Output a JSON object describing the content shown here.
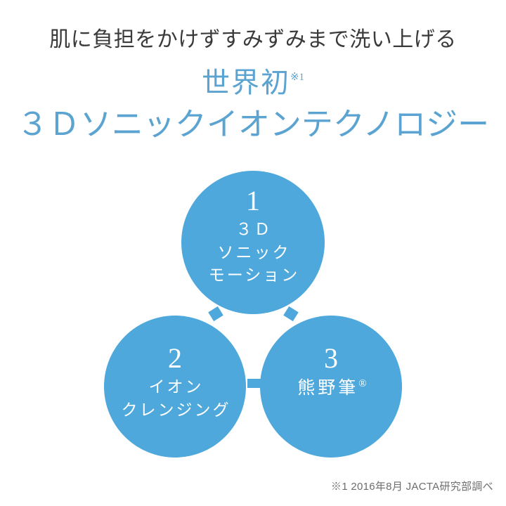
{
  "colors": {
    "background": "#ffffff",
    "circle_fill": "#4ea8dc",
    "headline_blue": "#5ba3d0",
    "lead_text": "#3a3a3a",
    "footnote_text": "#6d6d6d",
    "circle_text": "#ffffff"
  },
  "headings": {
    "lead_line": "肌に負担をかけずすみずみまで洗い上げる",
    "headline_1": "世界初",
    "headline_1_note": "※1",
    "headline_2": "３Ｄソニックイオンテクノロジー"
  },
  "features": [
    {
      "number": "1",
      "lines": [
        "３Ｄ",
        "ソニック",
        "モーション"
      ]
    },
    {
      "number": "2",
      "lines": [
        "イオン",
        "クレンジング"
      ]
    },
    {
      "number": "3",
      "lines": [
        "熊野筆"
      ],
      "trademark": "®"
    }
  ],
  "footnote": "※1 2016年8月 JACTA研究部調べ"
}
